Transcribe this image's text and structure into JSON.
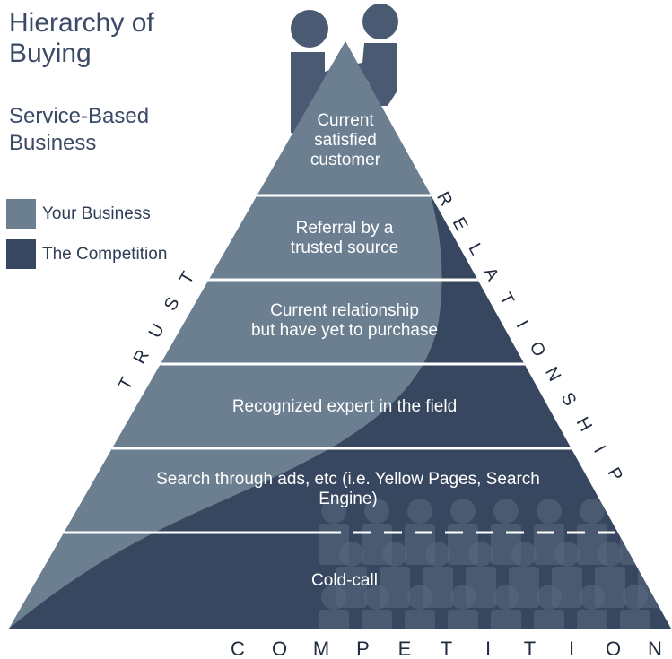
{
  "title": "Hierarchy of Buying",
  "subtitle": "Service-Based Business",
  "colors": {
    "your_business": "#6b7f91",
    "competition": "#37475f",
    "people": "#4a5a73",
    "crowd": "#5a6a80",
    "divider": "#ffffff"
  },
  "legend": [
    {
      "label": "Your Business",
      "color": "#6b7f91"
    },
    {
      "label": "The Competition",
      "color": "#37475f"
    }
  ],
  "tiers": [
    {
      "lines": [
        "Current",
        "satisfied",
        "customer"
      ]
    },
    {
      "lines": [
        "Referral by a",
        "trusted source"
      ]
    },
    {
      "lines": [
        "Current relationship",
        "but have yet to purchase"
      ]
    },
    {
      "lines": [
        "Recognized expert in the field"
      ]
    },
    {
      "lines": [
        "Search through ads, etc (i.e. Yellow Pages, Search",
        "Engine)"
      ]
    },
    {
      "lines": [
        "Cold-call"
      ]
    }
  ],
  "left_side_text": "TRUST",
  "right_side_text": "RELATIONSHIP",
  "bottom_text": "COMPETITION",
  "icons": [
    "handshake-icon",
    "crowd-icon"
  ]
}
